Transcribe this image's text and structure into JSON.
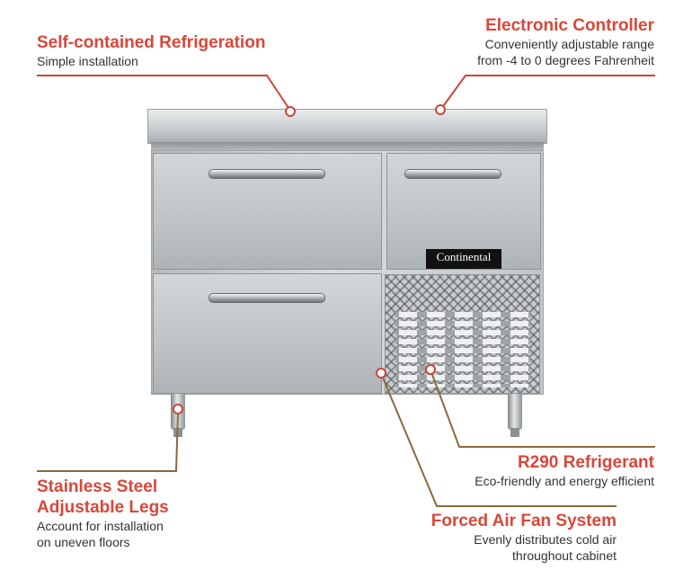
{
  "callouts": {
    "refrigeration": {
      "title": "Self-contained Refrigeration",
      "desc": "Simple installation"
    },
    "controller": {
      "title": "Electronic Controller",
      "desc_line1": "Conveniently adjustable range",
      "desc_line2": "from -4 to 0 degrees Fahrenheit"
    },
    "legs": {
      "title_line1": "Stainless Steel",
      "title_line2": "Adjustable Legs",
      "desc_line1": "Account for installation",
      "desc_line2": "on uneven floors"
    },
    "refrigerant": {
      "title": "R290 Refrigerant",
      "desc": "Eco-friendly and energy efficient"
    },
    "fan": {
      "title": "Forced Air Fan System",
      "desc_line1": "Evenly distributes cold air",
      "desc_line2": "throughout cabinet"
    }
  },
  "product": {
    "logo_text": "Continental"
  },
  "colors": {
    "title": "#d9473a",
    "leader_top": "#c9463b",
    "leader_bottom": "#8a6a3a",
    "body_text": "#333333"
  }
}
